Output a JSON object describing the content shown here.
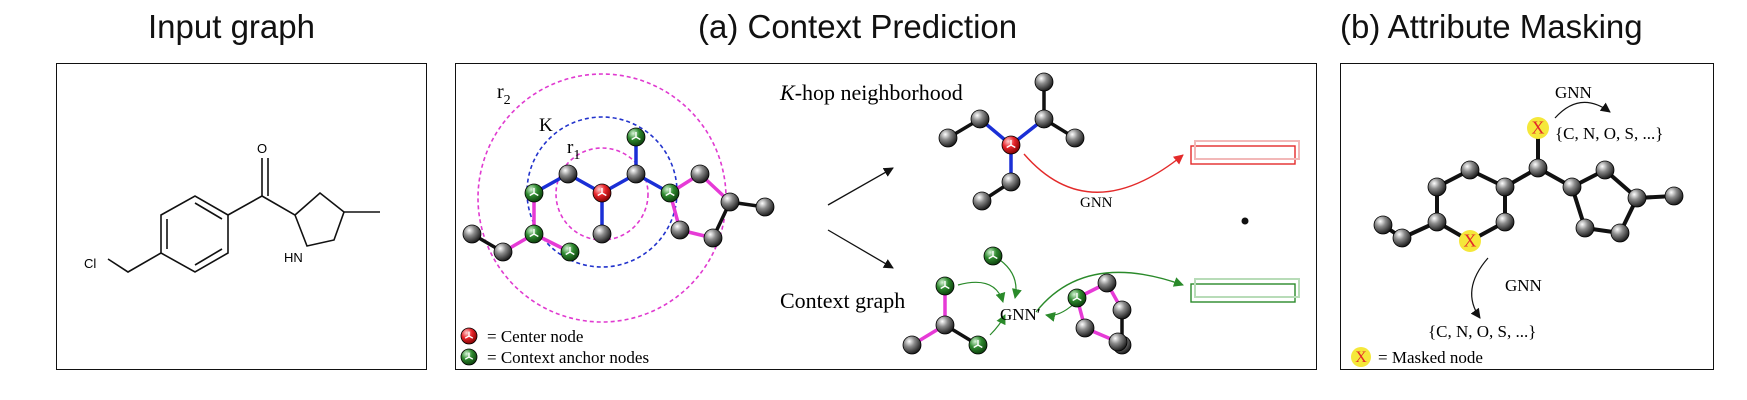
{
  "titles": {
    "input_graph": "Input graph",
    "context_prediction": "(a) Context Prediction",
    "attribute_masking": "(b) Attribute Masking"
  },
  "molecule": {
    "atom_o": "O",
    "atom_cl": "Cl",
    "atom_hn": "HN"
  },
  "context_prediction": {
    "radius_r2": "r",
    "radius_r2_sub": "2",
    "radius_r1": "r",
    "radius_r1_sub": "1",
    "k_label": "K",
    "k_hop_label_italic": "K",
    "k_hop_label_rest": "-hop neighborhood",
    "context_graph_label": "Context graph",
    "gnn_label": "GNN",
    "gnn_prime_label": "GNN′",
    "legend_center": "= Center node",
    "legend_anchor": "= Context anchor nodes"
  },
  "attribute_masking": {
    "gnn_top": "GNN",
    "gnn_bottom": "GNN",
    "set_top": "{C, N, O, S, ...}",
    "set_bottom": "{C, N, O, S, ...}",
    "mask_symbol": "X",
    "legend_masked": "= Masked node"
  },
  "colors": {
    "center_node": "#e8252a",
    "anchor_node": "#2f8a2f",
    "node_black": "#1a1a1a",
    "edge_blue": "#1a2fd6",
    "edge_magenta": "#e63ad6",
    "circle_magenta": "#e03ad0",
    "circle_blue": "#2233cc",
    "arrow_red": "#e32a2a",
    "arrow_green": "#2a8a2a",
    "mask_highlight": "#f5e83a"
  }
}
